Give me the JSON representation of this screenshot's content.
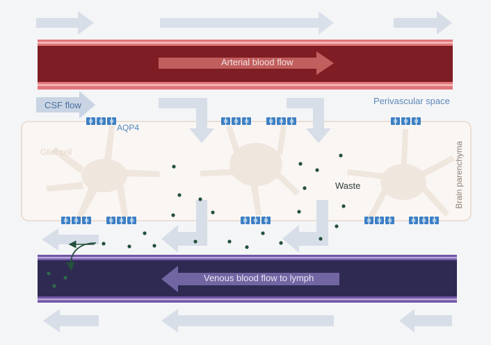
{
  "labels": {
    "arterial": "Arterial blood flow",
    "venous": "Venous blood flow to lymph",
    "csf": "CSF flow",
    "perivascular": "Perivascular space",
    "aqp4": "AQP4",
    "glial": "Glial cell",
    "waste": "Waste",
    "brain": "Brain parenchyma"
  },
  "colors": {
    "background": "#f4f5f7",
    "flow_arrow": "#d7dee8",
    "artery_inner": "#7f1d24",
    "artery_outer": "#e0767a",
    "vein_inner": "#2e2a52",
    "vein_outer": "#7357a8",
    "parenchyma_fill": "#faf6f3",
    "parenchyma_border": "#e6d7cc",
    "glial_cell": "#efe6dd",
    "aqp4_channel": "#3c7fc4",
    "waste_particle": "#24503c",
    "text_light": "#f2e0e0",
    "text_blue": "#5d86b8",
    "text_aqp4": "#4e86c0",
    "text_glial": "#e8ddd2",
    "text_dark": "#2f3a3a"
  }
}
